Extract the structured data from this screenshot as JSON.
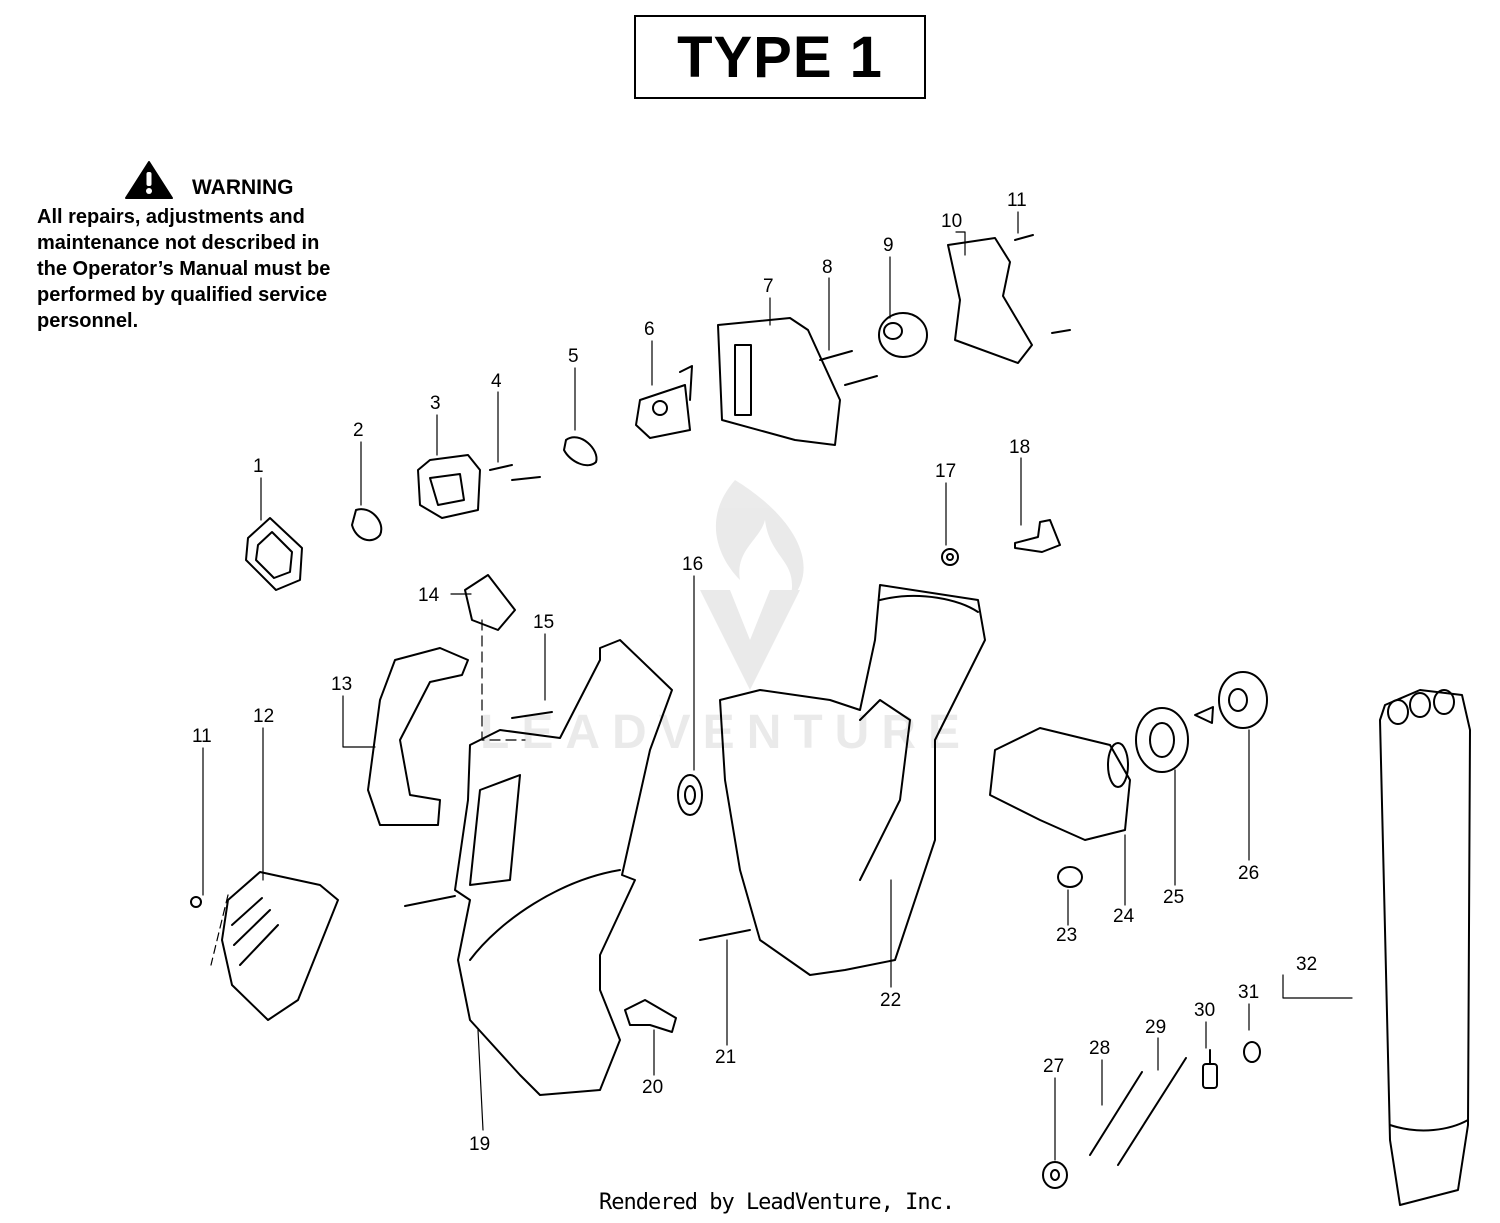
{
  "title": "TYPE 1",
  "warning": {
    "heading": "WARNING",
    "lines": [
      "All repairs, adjustments and",
      "maintenance not described in",
      "the Operator’s Manual must be",
      "performed by qualified service",
      "personnel."
    ]
  },
  "callouts": [
    "1",
    "2",
    "3",
    "4",
    "5",
    "6",
    "7",
    "8",
    "9",
    "10",
    "11",
    "11",
    "12",
    "13",
    "14",
    "15",
    "16",
    "17",
    "18",
    "19",
    "20",
    "21",
    "22",
    "23",
    "24",
    "25",
    "26",
    "27",
    "28",
    "29",
    "30",
    "31",
    "32"
  ],
  "watermark": "LEADVENTURE",
  "footer": "Rendered by LeadVenture, Inc."
}
